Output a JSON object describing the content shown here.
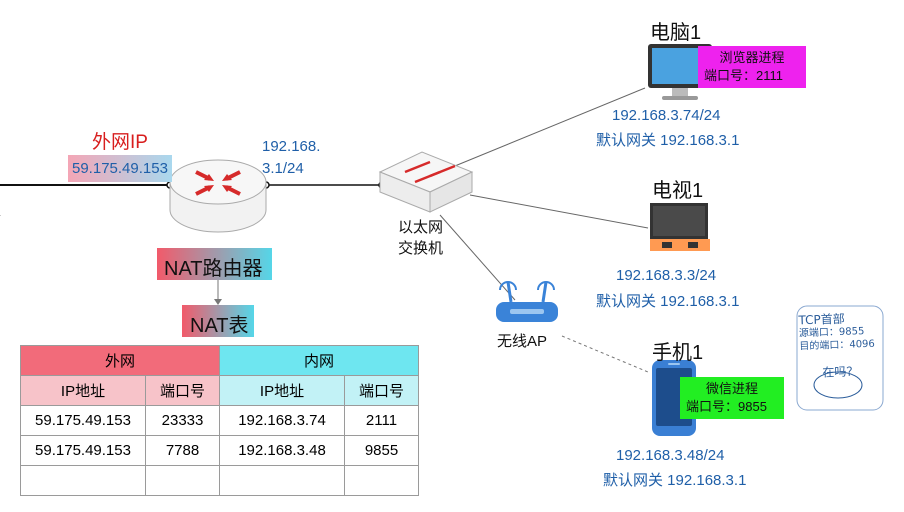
{
  "router": {
    "wan_label": "外网IP",
    "wan_ip": "59.175.49.153",
    "lan_ip_line1": "192.168.",
    "lan_ip_line2": "3.1/24",
    "name": "NAT路由器",
    "table_label": "NAT表"
  },
  "switch": {
    "name_line1": "以太网",
    "name_line2": "交换机"
  },
  "ap": {
    "name": "无线AP"
  },
  "devices": {
    "pc": {
      "name": "电脑1",
      "process": "浏览器进程",
      "port_text": "端口号：2111",
      "ip": "192.168.3.74/24",
      "gateway": "默认网关 192.168.3.1"
    },
    "tv": {
      "name": "电视1",
      "ip": "192.168.3.3/24",
      "gateway": "默认网关 192.168.3.1"
    },
    "phone": {
      "name": "手机1",
      "process": "微信进程",
      "port_text": "端口号：9855",
      "ip": "192.168.3.48/24",
      "gateway": "默认网关 192.168.3.1"
    }
  },
  "nat_table": {
    "group_wan": "外网",
    "group_lan": "内网",
    "headers": [
      "IP地址",
      "端口号",
      "IP地址",
      "端口号"
    ],
    "rows": [
      [
        "59.175.49.153",
        "23333",
        "192.168.3.74",
        "2111"
      ],
      [
        "59.175.49.153",
        "7788",
        "192.168.3.48",
        "9855"
      ]
    ]
  },
  "note": {
    "lines": [
      "TCP首部",
      "源端口：9855",
      "目的端口：4096",
      "在吗？"
    ]
  },
  "colors": {
    "wan_header": "#f26b7a",
    "lan_header": "#6ee6f0",
    "pc_badge": "#ee22ee",
    "phone_badge": "#22ee22",
    "ip_text": "#1f5fa8"
  }
}
